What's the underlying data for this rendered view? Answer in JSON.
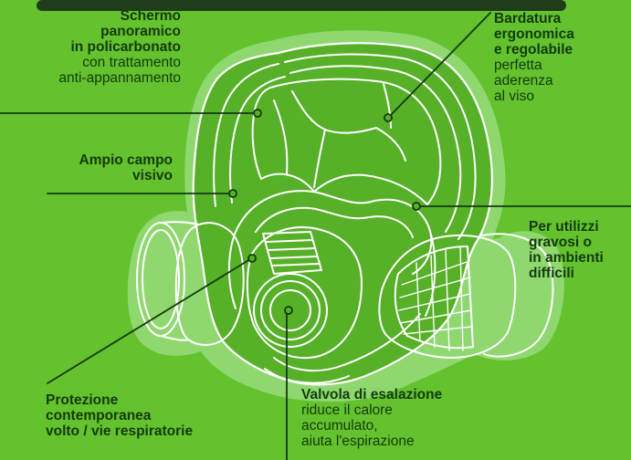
{
  "palette": {
    "background": "#63c22e",
    "mask_fill": "#56b028",
    "halo": "#8fd870",
    "outline": "#ffffff",
    "text": "#143a0d",
    "top_bar": "#1f3d1a"
  },
  "callouts": {
    "screen": {
      "lines": [
        "Schermo",
        "panoramico",
        "in policarbonato",
        "con trattamento",
        "anti-appannamento"
      ],
      "bold_lines": 3
    },
    "harness": {
      "lines": [
        "Bardatura",
        "ergonomica",
        "e regolabile",
        "perfetta",
        "aderenza",
        "al viso"
      ],
      "bold_lines": 3
    },
    "vision": {
      "lines": [
        "Ampio campo",
        "visivo"
      ],
      "bold_lines": 2
    },
    "heavy_use": {
      "lines": [
        "Per utilizzi",
        "gravosi o",
        "in ambienti",
        "difficili"
      ],
      "bold_lines": 4
    },
    "protection": {
      "lines": [
        "Protezione",
        "contemporanea",
        "volto / vie respiratorie"
      ],
      "bold_lines": 3
    },
    "valve": {
      "lines": [
        "Valvola di esalazione",
        "riduce il calore",
        "accumulato,",
        "aiuta l'espirazione"
      ],
      "bold_lines": 1
    }
  }
}
